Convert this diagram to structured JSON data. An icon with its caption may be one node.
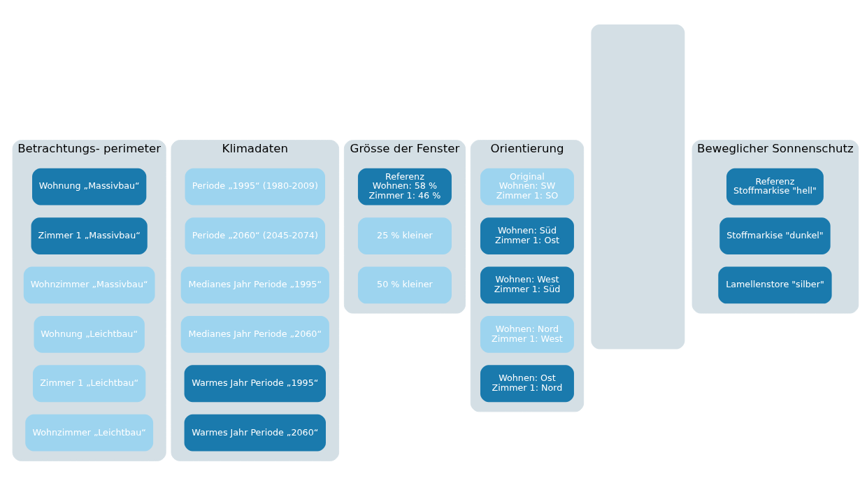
{
  "diagram": {
    "nodes": [
      {
        "text": [
          "Betrachtungs- perimeter"
        ]
      },
      {
        "text": [
          "Wohnung „Massivbau“"
        ],
        "in": 0
      },
      {
        "text": [
          "Zimmer 1 „Massivbau“"
        ],
        "in": 0
      },
      {
        "text": [
          "Wohnzimmer „Massivbau“"
        ],
        "in": 0
      },
      {
        "text": [
          "Wohnung „Leichtbau“"
        ],
        "in": 0
      },
      {
        "text": [
          "Zimmer 1 „Leichtbau“"
        ],
        "in": 0
      },
      {
        "text": [
          "Wohnzimmer „Leichtbau“"
        ],
        "in": 0
      },
      {
        "text": [
          "Klimadaten"
        ]
      },
      {
        "text": [
          "Periode „1995“ (1980-2009)"
        ],
        "in": 7
      },
      {
        "text": [
          "Periode „2060“ (2045-2074)"
        ],
        "in": 7
      },
      {
        "text": [
          "Medianes Jahr Periode „1995“"
        ],
        "in": 7
      },
      {
        "text": [
          "Medianes Jahr Periode „2060“"
        ],
        "in": 7
      },
      {
        "text": [
          "Warmes Jahr Periode „1995“"
        ],
        "in": 7
      },
      {
        "text": [
          "Warmes Jahr Periode „2060“"
        ],
        "in": 7
      },
      {
        "text": [
          "Grösse der Fenster"
        ]
      },
      {
        "text": [
          "Referenz",
          "Wohnen: 58 %",
          "Zimmer 1: 46 %"
        ],
        "in": 14
      },
      {
        "text": [
          "25 % kleiner"
        ],
        "in": 14
      },
      {
        "text": [
          "50 % kleiner"
        ],
        "in": 14
      },
      {
        "text": [
          "Orientierung"
        ]
      },
      {
        "text": [
          "Original",
          "Wohnen: SW",
          "Zimmer 1: SO"
        ],
        "in": 18
      },
      {
        "text": [
          "Wohnen: Süd",
          "Zimmer 1: Ost"
        ],
        "in": 18
      },
      {
        "text": [
          "Wohnen: West",
          "Zimmer 1: Süd"
        ],
        "in": 18
      },
      {
        "text": [
          "Wohnen: Nord",
          "Zimmer 1: West"
        ],
        "in": 18
      },
      {
        "text": [
          "Wohnen: Ost",
          "Zimmer 1: Nord"
        ],
        "in": 18
      },
      {
        "text": [],
        "shape": "box"
      },
      {
        "text": [
          "Beweglicher Sonnenschutz"
        ]
      },
      {
        "text": [
          "Referenz",
          "Stoffmarkise \"hell\""
        ],
        "in": 25
      },
      {
        "text": [
          "Stoffmarkise \"dunkel\""
        ],
        "in": 25
      },
      {
        "text": [
          "Lamellenstore \"silber\""
        ],
        "in": 25
      }
    ]
  }
}
